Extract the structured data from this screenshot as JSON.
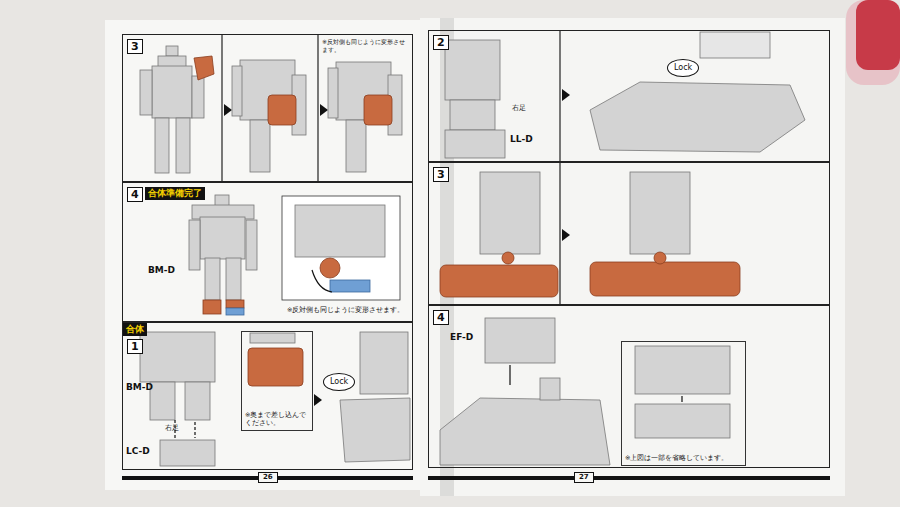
{
  "diagram": {
    "nodes": [
      {
        "text": [
          "3"
        ]
      },
      {
        "text": [
          "4",
          "合体準備完了"
        ]
      },
      {
        "text": [
          "合体",
          "1"
        ]
      },
      {
        "text": [
          "※奥まで差し込んでください。"
        ],
        "in": 2
      },
      {
        "text": [
          "Lock"
        ],
        "in": 2
      },
      {
        "text": [
          "2"
        ]
      },
      {
        "text": [
          "Lock"
        ],
        "in": 5
      },
      {
        "text": [
          "3"
        ]
      },
      {
        "text": [
          "4"
        ]
      },
      {
        "text": [
          "※上図は一部を省略しています。"
        ],
        "in": 8
      }
    ],
    "labels": [
      "※反対側も同じように変形させます。",
      "BM-D",
      "※反対側も同じように変形させます。",
      "BM-D",
      "右足",
      "LC-D",
      "26",
      "右足",
      "LL-D",
      "EF-D",
      "27"
    ]
  }
}
